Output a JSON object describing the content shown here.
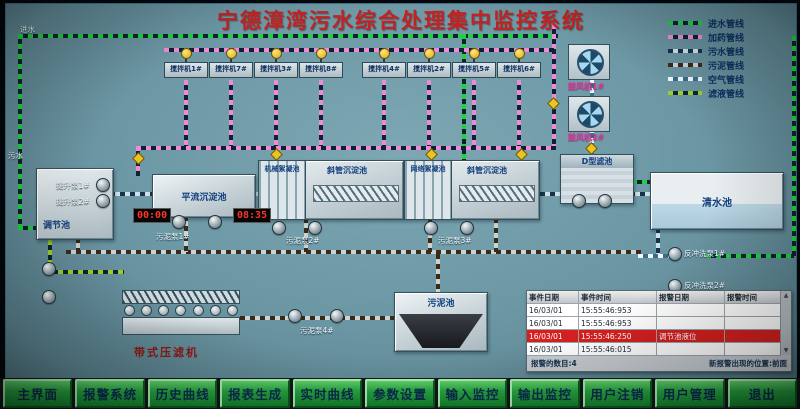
{
  "title": "宁德漳湾污水综合处理集中监控系统",
  "corner_labels": {
    "inflow": "进水",
    "sewage": "污水"
  },
  "legend": [
    {
      "label": "进水管线",
      "color": "#1fd23e"
    },
    {
      "label": "加药管线",
      "color": "#f08ad6"
    },
    {
      "label": "污水管线",
      "color": "#15334d"
    },
    {
      "label": "污泥管线",
      "color": "#3c2a16"
    },
    {
      "label": "空气管线",
      "color": "#eef7fd"
    },
    {
      "label": "滤液管线",
      "color": "#9ccf2a"
    }
  ],
  "mixers": [
    {
      "label": "搅拌机1#"
    },
    {
      "label": "搅拌机7#"
    },
    {
      "label": "搅拌机3#"
    },
    {
      "label": "搅拌机8#"
    },
    {
      "label": "搅拌机4#"
    },
    {
      "label": "搅拌机2#"
    },
    {
      "label": "搅拌机5#"
    },
    {
      "label": "搅拌机6#"
    }
  ],
  "tanks": {
    "regulating": "调节池",
    "horizontal_sedimentation": "平流沉淀池",
    "mechanical_flocculation": "机械絮凝池",
    "inclined_sedimentation_1": "斜管沉淀池",
    "grid_flocculation": "网络絮凝池",
    "inclined_sedimentation_2": "斜管沉淀池",
    "d_filter": "D型滤池",
    "clear_water": "清水池",
    "sludge_tank": "污泥池",
    "belt_filter_press": "带式压滤机"
  },
  "pumps": {
    "lift_1": "提升泵1#",
    "lift_2": "提升泵2#",
    "sludge_1": "污泥泵1#",
    "sludge_2": "污泥泵2#",
    "sludge_3": "污泥泵3#",
    "sludge_4": "污泥泵4#",
    "backwash_1": "反冲洗泵1#",
    "backwash_2": "反冲洗泵2#"
  },
  "blowers": {
    "blower_1": "鼓风机1#",
    "blower_2": "鼓风机2#"
  },
  "timers": {
    "timer_1": "00:00",
    "timer_2": "08:35"
  },
  "alarm_table": {
    "headers": [
      "事件日期",
      "事件时间",
      "报警日期",
      "报警时间"
    ],
    "rows": [
      {
        "cells": [
          "16/03/01",
          "15:55:46:953",
          "",
          ""
        ],
        "highlight": false
      },
      {
        "cells": [
          "16/03/01",
          "15:55:46:953",
          "",
          ""
        ],
        "highlight": false
      },
      {
        "cells": [
          "16/03/01",
          "15:55:46:250",
          "调节池液位",
          ""
        ],
        "highlight": true
      },
      {
        "cells": [
          "16/03/01",
          "15:55:46:015",
          "",
          ""
        ],
        "highlight": false
      }
    ],
    "footer_left": "报警的数目:4",
    "footer_right": "新报警出现的位置:前面"
  },
  "icons": {
    "scroll_up": "▲",
    "scroll_down": "▼"
  },
  "menu": [
    {
      "label": "主界面"
    },
    {
      "label": "报警系统"
    },
    {
      "label": "历史曲线"
    },
    {
      "label": "报表生成"
    },
    {
      "label": "实时曲线"
    },
    {
      "label": "参数设置"
    },
    {
      "label": "输入监控"
    },
    {
      "label": "输出监控"
    },
    {
      "label": "用户注销"
    },
    {
      "label": "用户管理"
    },
    {
      "label": "退出"
    }
  ]
}
